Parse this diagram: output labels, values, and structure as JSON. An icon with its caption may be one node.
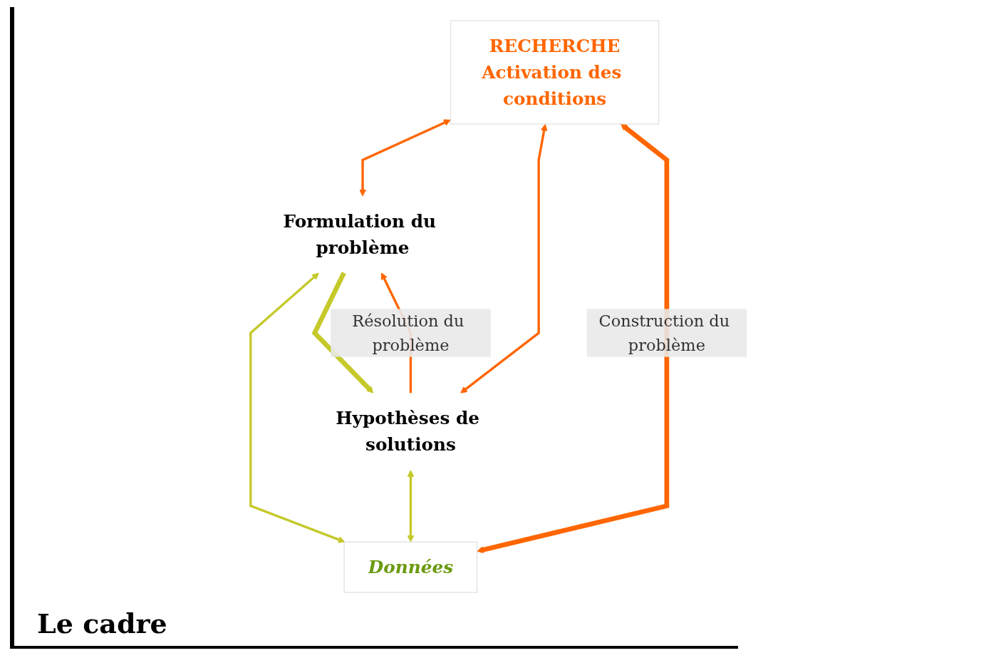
{
  "diagram": {
    "nodes": [
      {
        "text": [
          "RECHERCHE",
          "Activation des conditions"
        ]
      },
      {
        "text": [
          "Formulation du problème"
        ]
      },
      {
        "text": [
          "Hypothèses de solutions"
        ]
      },
      {
        "text": [
          "Données"
        ]
      }
    ],
    "edges": [
      {
        "from": 0,
        "to": 1,
        "arrow": "both",
        "color": "#ff6600"
      },
      {
        "from": 0,
        "to": 2,
        "arrow": "both",
        "color": "#ff6600"
      },
      {
        "from": 1,
        "to": 3,
        "arrow": "both",
        "color": "#c5c92a"
      },
      {
        "from": 2,
        "to": 3,
        "arrow": "both",
        "color": "#c5c92a"
      },
      {
        "from": 0,
        "to": 3,
        "arrow": "both",
        "label": "Construction du problème",
        "style": "thick",
        "color": "#ff6600"
      },
      {
        "from": 2,
        "to": 1,
        "arrow": "to",
        "label": "Résolution du problème",
        "color": "#ff6600"
      },
      {
        "from": 1,
        "to": 2,
        "arrow": "to",
        "style": "thick",
        "color": "#c5c92a"
      }
    ],
    "labels": [
      "Le cadre"
    ]
  }
}
